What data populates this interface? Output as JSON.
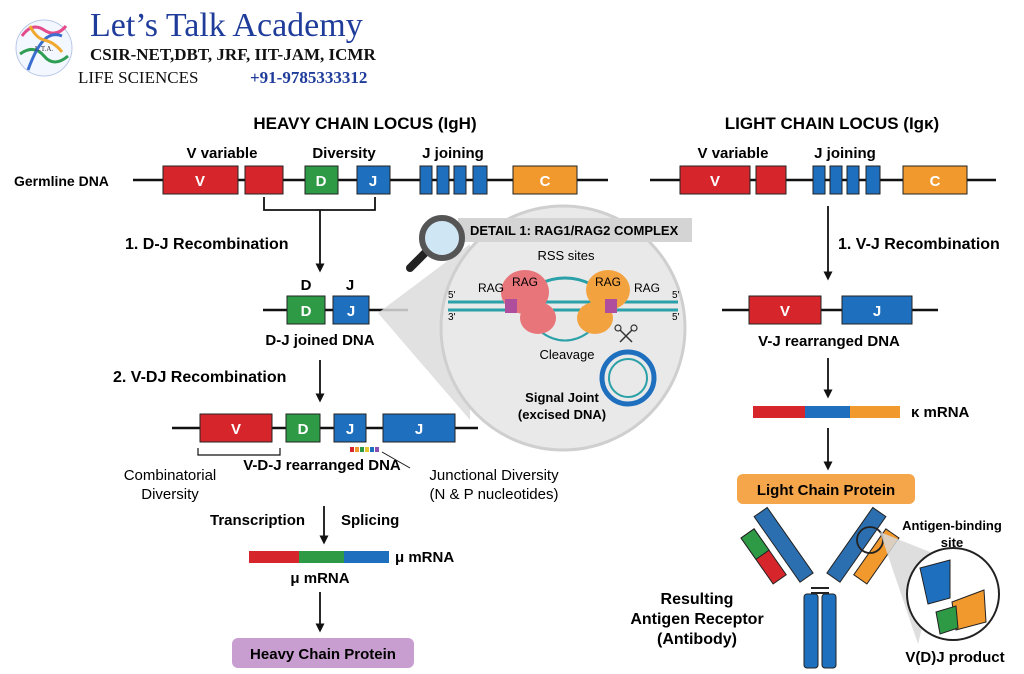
{
  "header": {
    "title": "Let’s Talk Academy",
    "line1": "CSIR-NET,DBT, JRF, IIT-JAM, ICMR",
    "line2_left": "LIFE SCIENCES",
    "line2_right": "+91-9785333312",
    "logo_text": "L.T.A."
  },
  "heavy": {
    "title": "HEAVY CHAIN LOCUS (IgH)",
    "v_region_label": "V variable",
    "d_region_label": "Diversity",
    "j_region_label": "J joining",
    "germline_label": "Germline DNA",
    "seg_v": "V",
    "seg_d": "D",
    "seg_j": "J",
    "seg_c": "C",
    "step1": "1. D-J Recombination",
    "dj_d_label": "D",
    "dj_j_label": "J",
    "dj_seg_d": "D",
    "dj_seg_j": "J",
    "dj_caption": "D-J joined DNA",
    "step2": "2. V-DJ Recombination",
    "vdj_v": "V",
    "vdj_d": "D",
    "vdj_j": "J",
    "vdj_j2": "J",
    "vdj_caption": "V-D-J rearranged DNA",
    "combinatorial_1": "Combinatorial",
    "combinatorial_2": "Diversity",
    "junctional_1": "Junctional Diversity",
    "junctional_2": "(N & P nucleotides)",
    "transcription": "Transcription",
    "splicing": "Splicing",
    "mrna_right": "μ mRNA",
    "mrna_below": "μ mRNA",
    "protein": "Heavy Chain Protein"
  },
  "detail": {
    "title": "DETAIL 1: RAG1/RAG2 COMPLEX",
    "rss": "RSS sites",
    "rag_left_outer": "RAG",
    "rag_left_inner": "RAG",
    "rag_right_inner": "RAG",
    "rag_right_outer": "RAG",
    "five_left": "5'",
    "three_left": "3'",
    "five_right_top": "5'",
    "five_right_bottom": "5'",
    "cleavage": "Cleavage",
    "signal_1": "Signal Joint",
    "signal_2": "(excised DNA)"
  },
  "light": {
    "title": "LIGHT CHAIN LOCUS (Igκ)",
    "v_region_label": "V variable",
    "j_region_label": "J joining",
    "seg_v": "V",
    "seg_c": "C",
    "step1": "1. V-J Recombination",
    "vj_v": "V",
    "vj_j": "J",
    "vj_caption": "V-J rearranged DNA",
    "mrna": "κ mRNA",
    "protein": "Light Chain Protein"
  },
  "antibody": {
    "label_1": "Resulting",
    "label_2": "Antigen Receptor",
    "label_3": "(Antibody)",
    "binding_1": "Antigen-binding",
    "binding_2": "site",
    "product": "V(D)J product"
  },
  "colors": {
    "v": "#d7262b",
    "d": "#2e9a46",
    "j": "#1f6fbf",
    "c": "#f2992e",
    "heavy_protein_bg": "#c89ed0",
    "light_protein_bg": "#f5a64a",
    "detail_bg": "#e7e7e7",
    "header_blue": "#1f3c9a"
  }
}
